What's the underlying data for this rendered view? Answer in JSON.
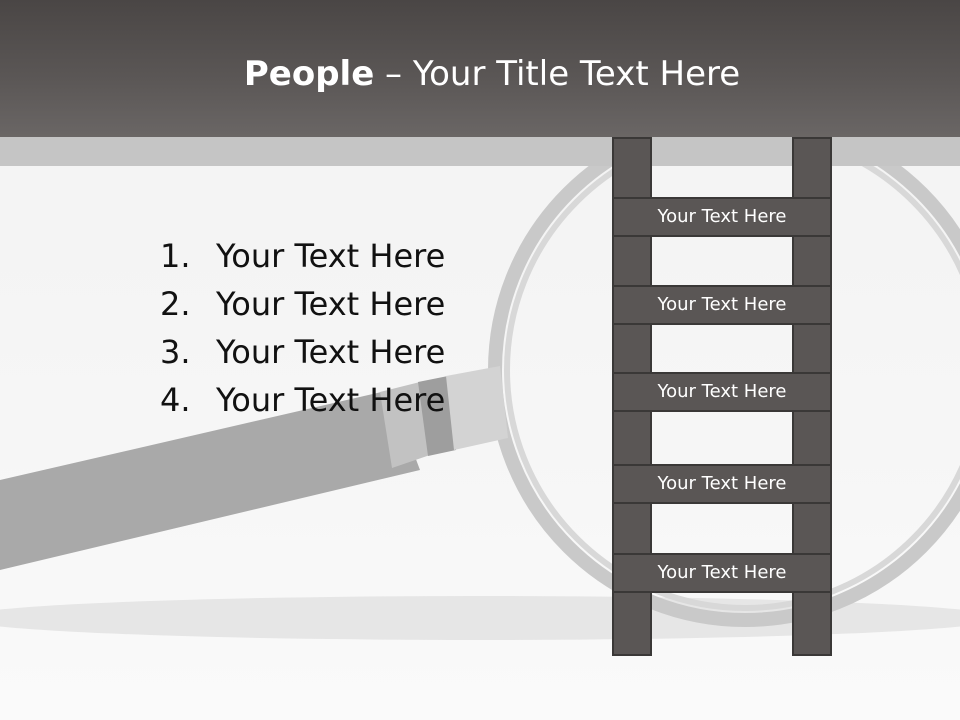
{
  "header": {
    "title_bold": "People",
    "title_rest": " – Your Title Text Here"
  },
  "list": {
    "items": [
      {
        "number": "1.",
        "text": "Your Text Here"
      },
      {
        "number": "2.",
        "text": "Your Text Here"
      },
      {
        "number": "3.",
        "text": "Your Text Here"
      },
      {
        "number": "4.",
        "text": "Your Text Here"
      }
    ]
  },
  "ladder": {
    "steps": [
      {
        "label": "Your Text Here"
      },
      {
        "label": "Your Text Here"
      },
      {
        "label": "Your Text Here"
      },
      {
        "label": "Your Text Here"
      },
      {
        "label": "Your Text Here"
      }
    ]
  },
  "colors": {
    "header": "#5a5655",
    "ladder": "#5a5655",
    "text": "#111111"
  }
}
